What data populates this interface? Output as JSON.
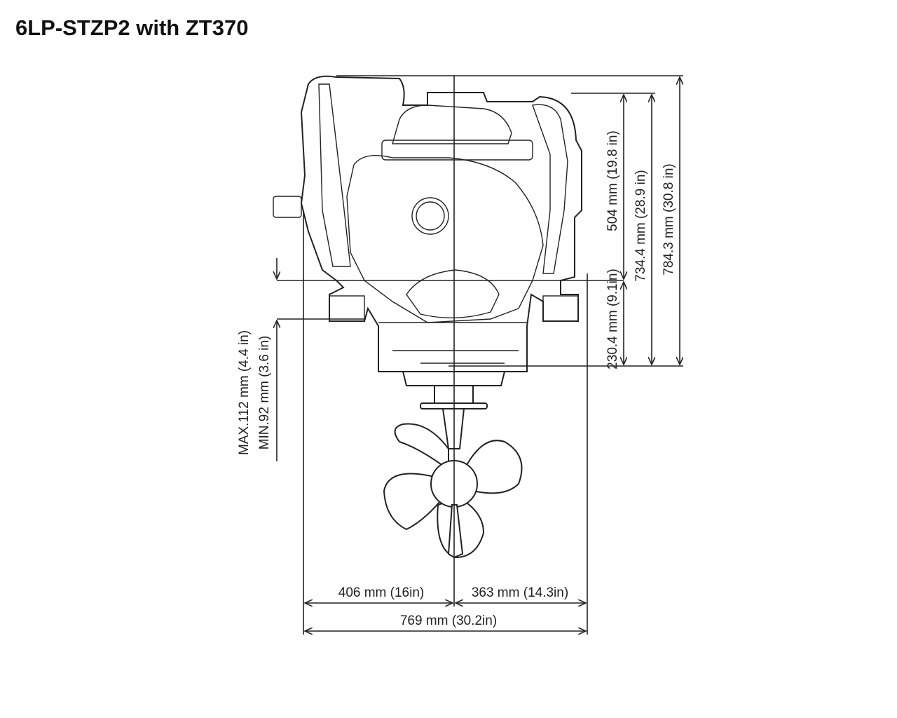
{
  "title": "6LP-STZP2 with ZT370",
  "dimensions": {
    "height_upper": "504 mm (19.8 in)",
    "height_mid": "734.4 mm (28.9 in)",
    "height_total": "784.3 mm (30.8 in)",
    "height_lower": "230.4 mm (9.1in)",
    "tilt_max": "MAX.112 mm (4.4 in)",
    "tilt_min": "MIN.92 mm (3.6 in)",
    "width_left": "406 mm (16in)",
    "width_right": "363 mm (14.3in)",
    "width_total": "769 mm (30.2in)"
  }
}
